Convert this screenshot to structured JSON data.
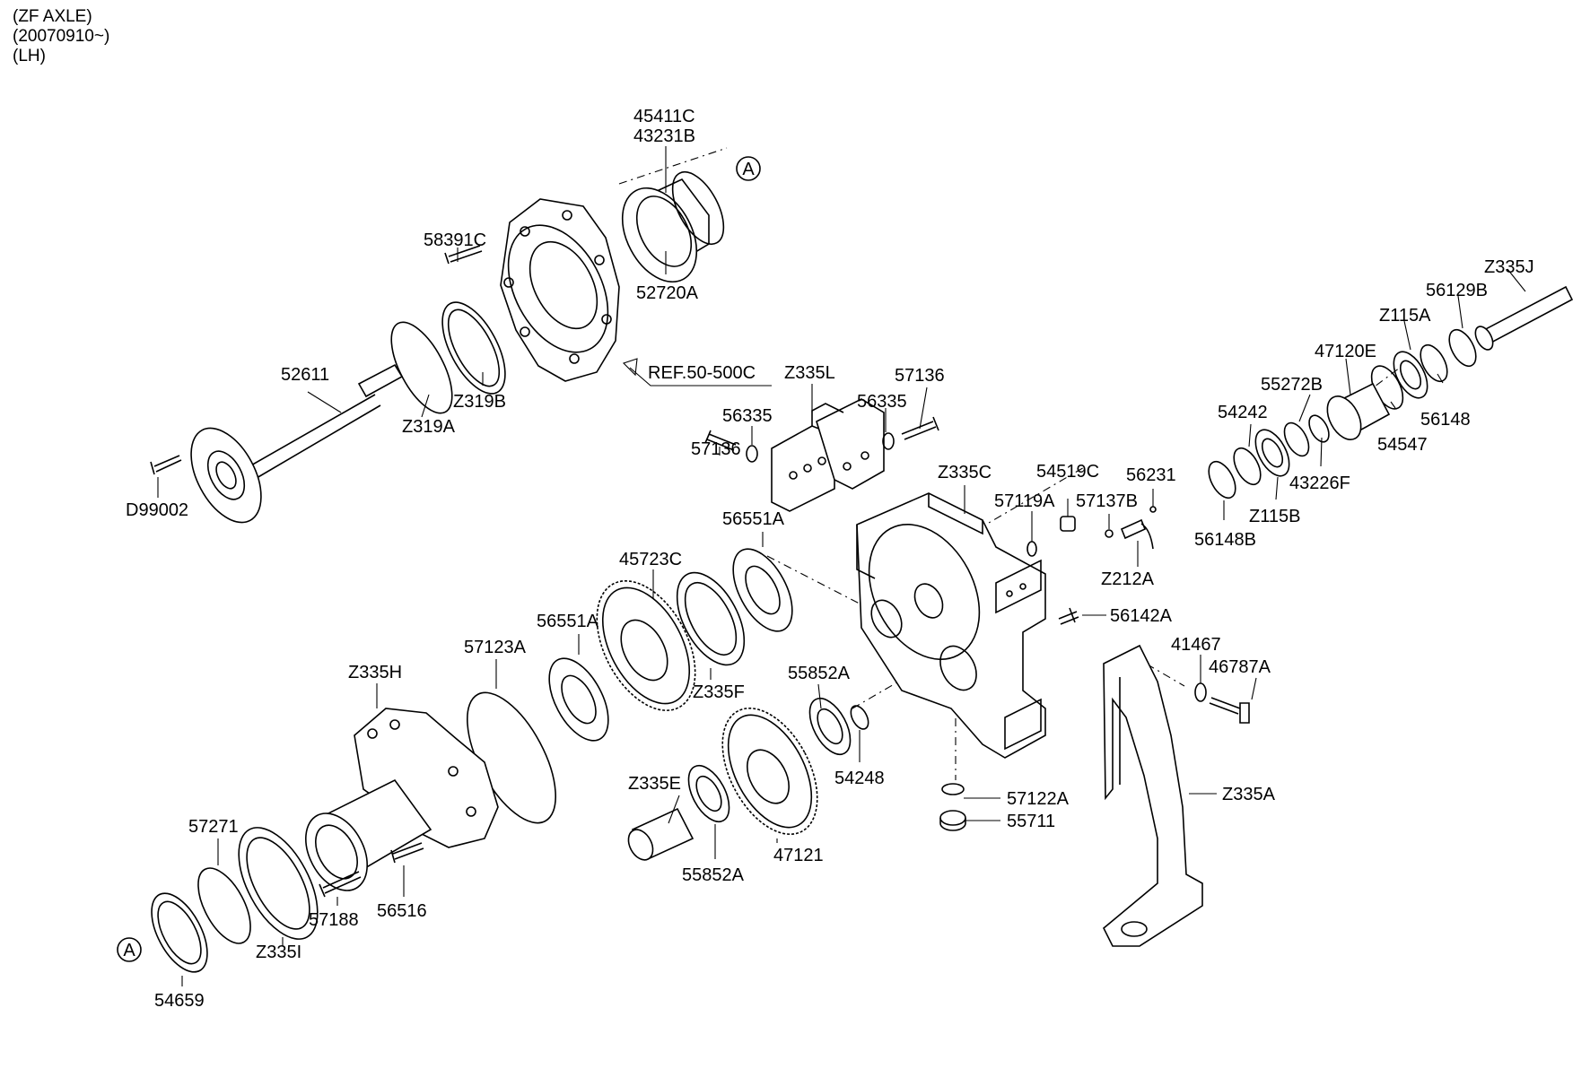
{
  "header": {
    "line1": "(ZF AXLE)",
    "line2": "(20070910~)",
    "line3": "(LH)"
  },
  "reference_marker": "A",
  "ref_note": "REF.50-500C",
  "part_labels": [
    "45411C",
    "43231B",
    "58391C",
    "52720A",
    "52611",
    "Z319B",
    "Z319A",
    "D99002",
    "Z335L",
    "56335",
    "57136",
    "56335",
    "57136",
    "Z335J",
    "56129B",
    "Z115A",
    "47120E",
    "55272B",
    "54242",
    "56148",
    "54547",
    "43226F",
    "Z115B",
    "56148B",
    "Z335C",
    "54519C",
    "56231",
    "57119A",
    "57137B",
    "Z212A",
    "56551A",
    "45723C",
    "56551A",
    "57123A",
    "Z335F",
    "56142A",
    "Z335H",
    "55852A",
    "41467",
    "46787A",
    "54248",
    "Z335E",
    "57122A",
    "55711",
    "Z335A",
    "57271",
    "47121",
    "55852A",
    "57188",
    "56516",
    "Z335I",
    "54659"
  ]
}
